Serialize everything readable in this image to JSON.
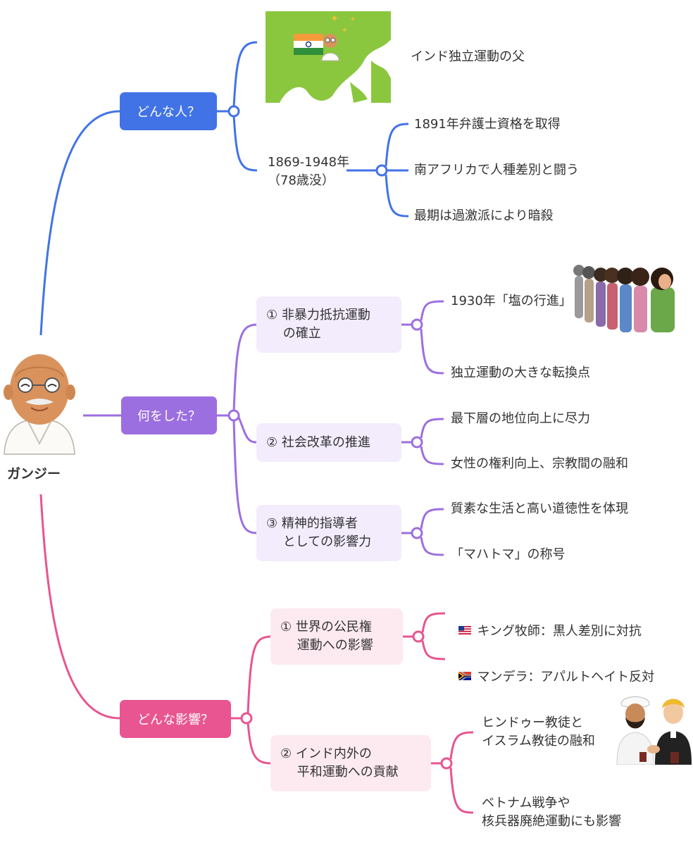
{
  "root": {
    "name": "ガンジー",
    "portrait_icon": "gandhi-portrait"
  },
  "branches": {
    "who": {
      "label": "どんな人？",
      "color": "#4273e6",
      "items": {
        "title": "インド独立運動の父",
        "lifespan_line1": "1869-1948年",
        "lifespan_line2": "（78歳没）",
        "facts": [
          "1891年弁護士資格を取得",
          "南アフリカで人種差別と闘う",
          "最期は過激派により暗殺"
        ]
      }
    },
    "did": {
      "label": "何をした？",
      "color": "#9c6fe0",
      "box_bg": "#f3ecfd",
      "subs": [
        {
          "label": "① 非暴力抵抗運動\n　 の確立",
          "leaves": [
            "1930年「塩の行進」",
            "独立運動の大きな転換点"
          ]
        },
        {
          "label": "② 社会改革の推進",
          "leaves": [
            "最下層の地位向上に尽力",
            "女性の権利向上、宗教間の融和"
          ]
        },
        {
          "label": "③ 精神的指導者\n　 としての影響力",
          "leaves": [
            "質素な生活と高い道徳性を体現",
            "「マハトマ」の称号"
          ]
        }
      ]
    },
    "impact": {
      "label": "どんな影響？",
      "color": "#e85590",
      "box_bg": "#fdeaf1",
      "subs": [
        {
          "label": "① 世界の公民権\n　 運動への影響",
          "leaves": [
            "キング牧師：黒人差別に対抗",
            "マンデラ：アパルトヘイト反対"
          ],
          "flags": [
            "us-flag",
            "south-africa-flag"
          ]
        },
        {
          "label": "② インド内外の\n　 平和運動への貢献",
          "leaves": [
            "ヒンドゥー教徒と\nイスラム教徒の融和",
            "ベトナム戦争や\n核兵器廃絶運動にも影響"
          ]
        }
      ]
    }
  },
  "illustrations": [
    "india-map-with-gandhi",
    "salt-march-crowd",
    "religious-leaders-handshake"
  ]
}
